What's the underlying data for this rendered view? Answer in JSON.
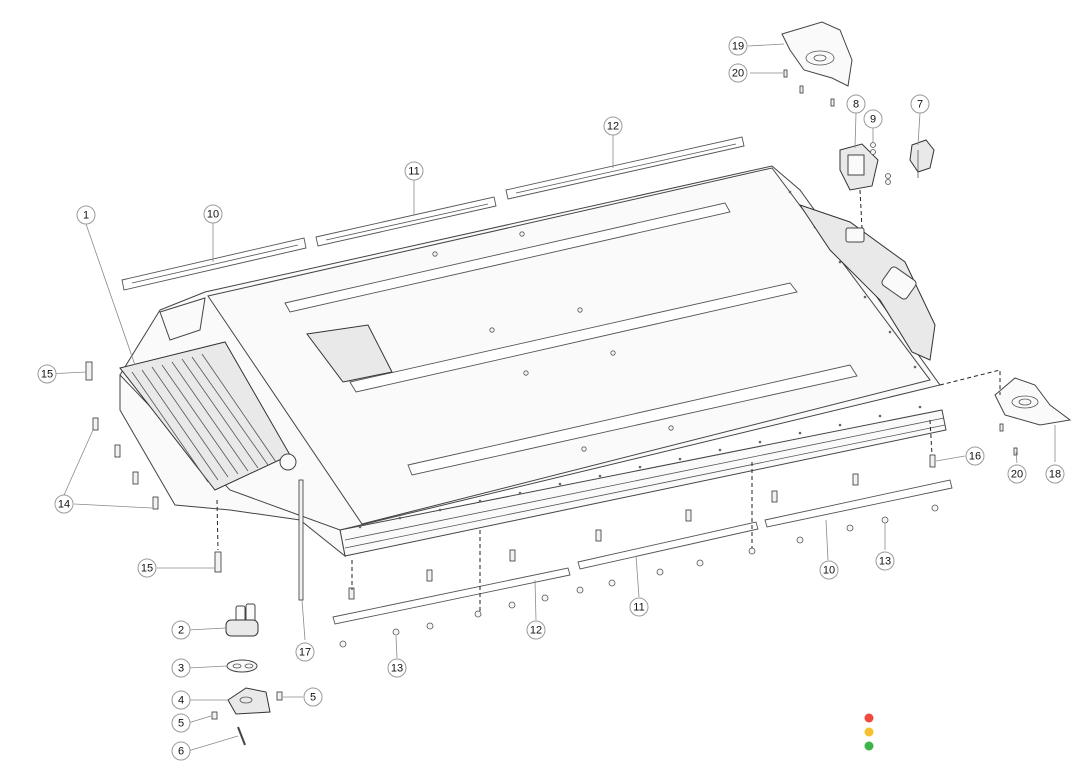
{
  "callouts": [
    {
      "label": "1"
    },
    {
      "label": "2"
    },
    {
      "label": "3"
    },
    {
      "label": "4"
    },
    {
      "label": "5"
    },
    {
      "label": "5"
    },
    {
      "label": "6"
    },
    {
      "label": "7"
    },
    {
      "label": "8"
    },
    {
      "label": "9"
    },
    {
      "label": "10"
    },
    {
      "label": "10"
    },
    {
      "label": "11"
    },
    {
      "label": "11"
    },
    {
      "label": "12"
    },
    {
      "label": "12"
    },
    {
      "label": "13"
    },
    {
      "label": "13"
    },
    {
      "label": "14"
    },
    {
      "label": "15"
    },
    {
      "label": "15"
    },
    {
      "label": "16"
    },
    {
      "label": "17"
    },
    {
      "label": "18"
    },
    {
      "label": "19"
    },
    {
      "label": "20"
    },
    {
      "label": "20"
    }
  ],
  "status_dots": [
    {
      "name": "red-dot",
      "color": "#f04a3f"
    },
    {
      "name": "yellow-dot",
      "color": "#f5c12e"
    },
    {
      "name": "green-dot",
      "color": "#3bb54a"
    }
  ]
}
